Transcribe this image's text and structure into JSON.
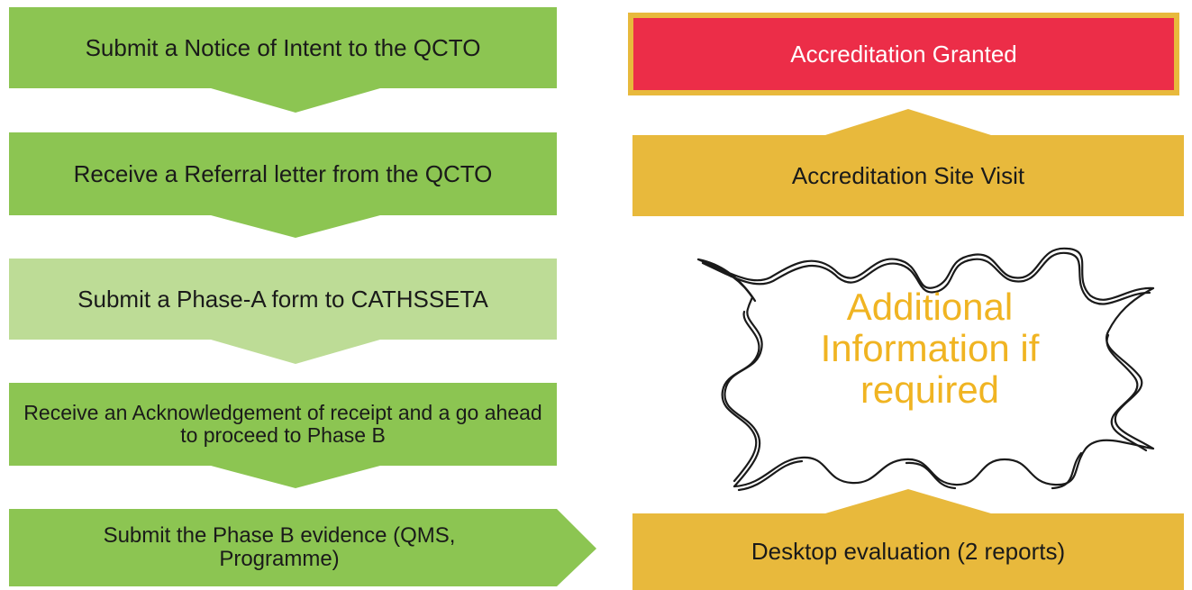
{
  "left_steps": [
    {
      "label": "Submit a Notice of Intent to the QCTO"
    },
    {
      "label": "Receive a Referral letter from the QCTO"
    },
    {
      "label": "Submit a Phase-A form to CATHSSETA"
    },
    {
      "label": "Receive an Acknowledgement of receipt and a go ahead to proceed to Phase B"
    },
    {
      "label": "Submit the Phase B evidence (QMS, Programme)"
    }
  ],
  "right_steps": {
    "desktop_evaluation": "Desktop evaluation (2 reports)",
    "additional_information": "Additional Information if required",
    "site_visit": "Accreditation Site Visit",
    "granted": "Accreditation Granted"
  },
  "colors": {
    "green": "#8cc552",
    "light_green": "#bddc96",
    "gold": "#e8b93c",
    "red": "#ec2d48",
    "orange_text": "#f0b422"
  }
}
